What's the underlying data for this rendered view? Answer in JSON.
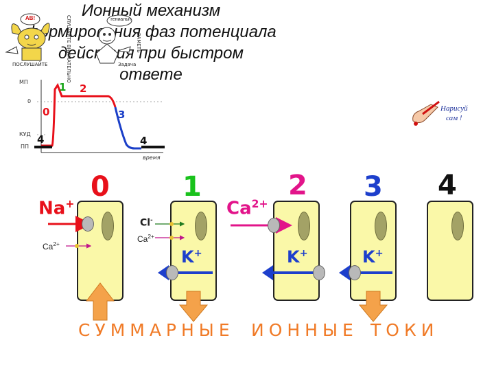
{
  "title": {
    "line1": "Ионный механизм",
    "line2": "формирования фаз потенциала",
    "line3": "действия  при быстром",
    "line4": "ответе"
  },
  "cartoon_left": {
    "bubble": "АВ!",
    "side_text": "СЛУШАЙТЕ ВНИМАТЕЛЬНО",
    "bottom_text": "ПОСЛУШАЙТЕ"
  },
  "cartoon_middle": {
    "bubble": "гениальн",
    "bottom_text": "Задача",
    "side_text": "ЗАМЕТЬ"
  },
  "draw_note": {
    "line1": "Нарисуй",
    "line2": "сам !"
  },
  "graph": {
    "y_top": "МП",
    "y_zero": "0",
    "y_kud": "КУД",
    "y_pp": "ПП",
    "x_label": "время",
    "phase_labels": [
      "0",
      "1",
      "2",
      "3",
      "4",
      "4"
    ],
    "colors": {
      "phase0": "#e8101a",
      "phase1": "#19a51a",
      "phase2": "#e8101a",
      "phase3": "#1b3fc8",
      "phase4": "#111111",
      "curve_red": "#e8101a",
      "curve_blue": "#1b3fc8"
    }
  },
  "phases": [
    {
      "label": "0",
      "color": "#e8101a"
    },
    {
      "label": "1",
      "color": "#19c21c"
    },
    {
      "label": "2",
      "color": "#e2148a"
    },
    {
      "label": "3",
      "color": "#1d3fcc"
    },
    {
      "label": "4",
      "color": "#111111"
    }
  ],
  "ions": {
    "na": {
      "base": "Na",
      "charge": "+",
      "color": "#e8101a"
    },
    "ca_small_1": {
      "base": "Ca",
      "charge": "2+"
    },
    "cl": {
      "base": "Cl",
      "charge": "-"
    },
    "ca_small_2": {
      "base": "Ca",
      "charge": "2+"
    },
    "ca_big": {
      "base": "Ca",
      "charge": "2+",
      "color": "#e2148a"
    },
    "k1": {
      "base": "K",
      "charge": "+",
      "color": "#1d3fcc"
    },
    "k2": {
      "base": "K",
      "charge": "+",
      "color": "#1d3fcc"
    },
    "k3": {
      "base": "K",
      "charge": "+",
      "color": "#1d3fcc"
    }
  },
  "bottom_caption": {
    "word1": "СУММАРНЫЕ",
    "word2": "ИОННЫЕ",
    "word3": "ТОКИ",
    "color": "#f07a26"
  }
}
